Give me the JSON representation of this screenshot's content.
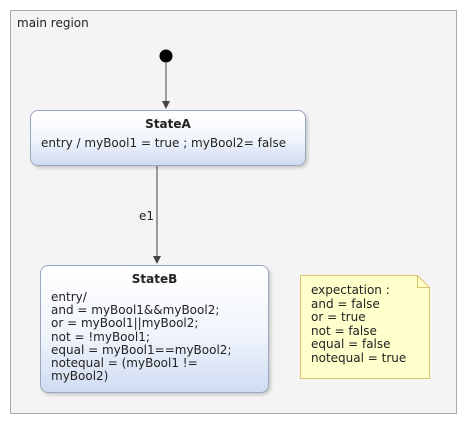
{
  "region": {
    "label": "main region"
  },
  "states": {
    "state_a": {
      "name": "StateA",
      "behavior": "entry / myBool1 = true ; myBool2= false"
    },
    "state_b": {
      "name": "StateB",
      "behavior": "entry/\nand = myBool1&&myBool2;\nor = myBool1||myBool2;\nnot = !myBool1;\nequal = myBool1==myBool2;\nnotequal = (myBool1 !=\nmyBool2)"
    }
  },
  "transitions": {
    "a_to_b": {
      "label": "e1"
    }
  },
  "note": {
    "text": "expectation :\nand = false\nor = true\nnot = false\nequal = false\nnotequal = true"
  },
  "colors": {
    "note_fill": "#ffffcc",
    "note_border": "#d9c36b",
    "state_border": "#9aa8bd",
    "region_fill": "#f4f4f4"
  }
}
